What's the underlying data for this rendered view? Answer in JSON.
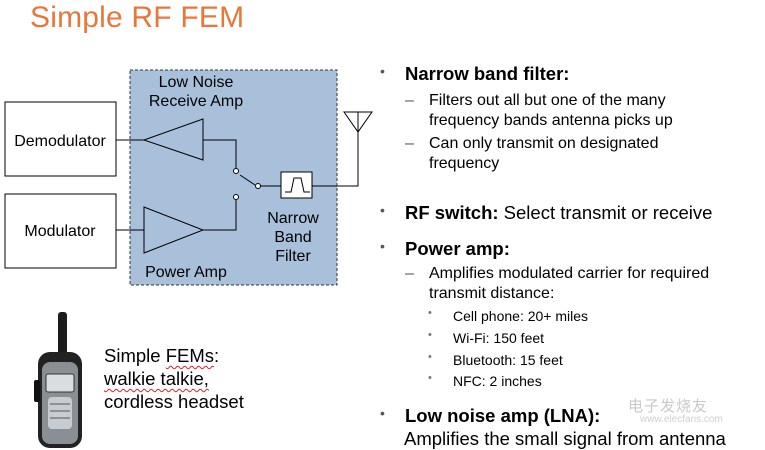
{
  "title": "Simple RF FEM",
  "title_color": "#E8773A",
  "diagram": {
    "box_fill": "#A9C0DA",
    "lna_label_line1": "Low Noise",
    "lna_label_line2": "Receive Amp",
    "pa_label": "Power Amp",
    "filter_label_line1": "Narrow",
    "filter_label_line2": "Band",
    "filter_label_line3": "Filter",
    "demodulator": "Demodulator",
    "modulator": "Modulator"
  },
  "bullets": {
    "narrow_band": {
      "title": "Narrow band filter:",
      "sub1_line1": "Filters out all but one of the many",
      "sub1_line2": "frequency bands antenna picks up",
      "sub2_line1": "Can only transmit on designated",
      "sub2_line2": "frequency"
    },
    "rf_switch": {
      "title": "RF switch:",
      "rest": "Select transmit or receive"
    },
    "power_amp": {
      "title": "Power amp:",
      "sub1_line1": "Amplifies modulated carrier for required",
      "sub1_line2": "transmit distance:",
      "items": [
        "Cell phone: 20+ miles",
        "Wi-Fi: 150 feet",
        "Bluetooth: 15 feet",
        "NFC: 2 inches"
      ]
    },
    "lna": {
      "title": "Low noise amp (LNA):",
      "line2": "Amplifies the small signal from antenna"
    }
  },
  "caption": {
    "word1": "Simple",
    "word2": "FEMs",
    "line1_suffix": ":",
    "line2": "walkie talkie,",
    "line3": "cordless headset"
  },
  "watermark": {
    "text": "电子发烧友",
    "sub": "www.elecfans.com"
  }
}
